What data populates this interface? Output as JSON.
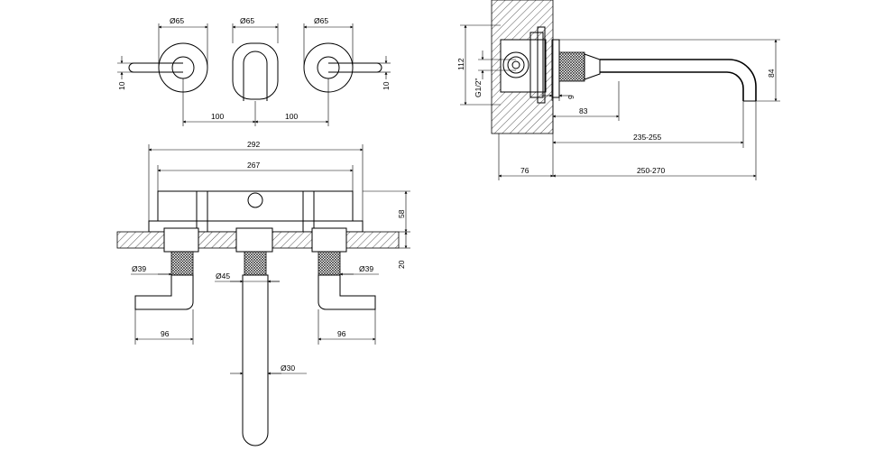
{
  "drawing": {
    "top_view": {
      "d_left": "Ø65",
      "d_center": "Ø65",
      "d_right": "Ø65",
      "h_left": "10",
      "h_right": "10",
      "spacing_left": "100",
      "spacing_right": "100"
    },
    "front_view": {
      "overall_width": "292",
      "inner_width": "267",
      "box_height": "58",
      "wall_thickness": "20",
      "d_left_handle": "Ø39",
      "d_right_handle": "Ø39",
      "d_spout": "Ø45",
      "d_spout_tip": "Ø30",
      "reach_left": "96",
      "reach_right": "96"
    },
    "side_view": {
      "height_112": "112",
      "thread": "G1/2\"",
      "spout_height": "84",
      "small_dim": "9",
      "dim_83": "83",
      "reach_range": "235-255",
      "wall_depth": "76",
      "total_range": "250-270"
    }
  }
}
